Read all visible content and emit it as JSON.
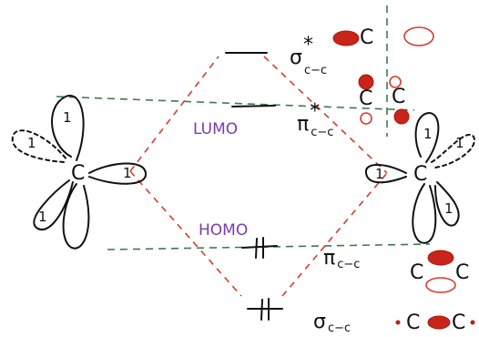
{
  "levels": {
    "sigma_star": {
      "symbol": "σ",
      "sup": "*",
      "sub": "c−c"
    },
    "pi_star": {
      "symbol": "π",
      "sup": "*",
      "sub": "c−c"
    },
    "pi": {
      "symbol": "π",
      "sub": "c−c"
    },
    "sigma": {
      "symbol": "σ",
      "sub": "c−c"
    }
  },
  "frontier": {
    "lumo": "LUMO",
    "homo": "HOMO"
  },
  "atoms": {
    "left": "C",
    "right": "C"
  },
  "lobe_label": "1",
  "orbital_sketches": {
    "sigma_star": [
      "C"
    ],
    "pi_star": [
      "C",
      "C"
    ],
    "pi": [
      "C",
      "C"
    ],
    "sigma": [
      "C",
      "C"
    ]
  },
  "colors": {
    "red": "#c9241a",
    "green": "#3d7a4e",
    "purple": "#7a3bb3",
    "ink": "#111111"
  }
}
